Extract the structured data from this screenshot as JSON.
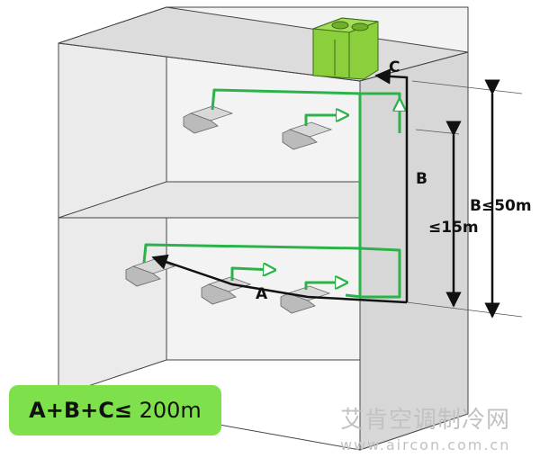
{
  "labels": {
    "a": "A",
    "b": "B",
    "c": "C",
    "b_limit": "B≤50m",
    "height_limit": "≤15m"
  },
  "formula": {
    "expr": "A+B+C≤",
    "value": "200m"
  },
  "watermark": {
    "cn": "艾肯空调制冷网",
    "url": "www.aircon.com.cn"
  },
  "colors": {
    "pipe_green": "#2bb34a",
    "unit_green": "#8bd03c",
    "formula_bg": "#7ee04a",
    "wall_gray": "#e4e4e4"
  }
}
